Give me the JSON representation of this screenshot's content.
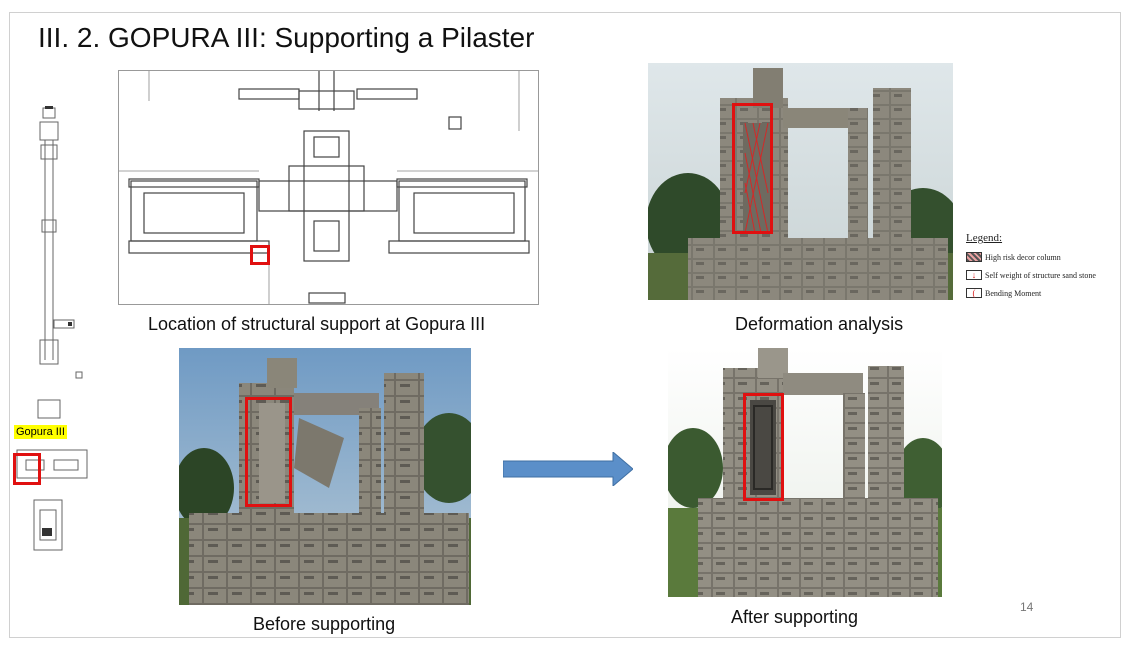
{
  "slide": {
    "title": "III. 2. GOPURA III: Supporting a Pilaster",
    "page_number": "14",
    "gopura_label": "Gopura III",
    "captions": {
      "location": "Location of structural support at Gopura III",
      "deformation": "Deformation analysis",
      "before": "Before supporting",
      "after": "After supporting"
    },
    "legend": {
      "title": "Legend:",
      "items": [
        {
          "label": "High risk decor column",
          "icon": "hatched-column-icon"
        },
        {
          "label": "Self weight of structure sand stone",
          "icon": "down-arrow-icon"
        },
        {
          "label": "Bending Moment",
          "icon": "moment-arc-icon"
        }
      ]
    },
    "colors": {
      "highlight_red": "#e01010",
      "arrow_blue": "#5b8fc9",
      "label_yellow": "#ffff00"
    }
  }
}
